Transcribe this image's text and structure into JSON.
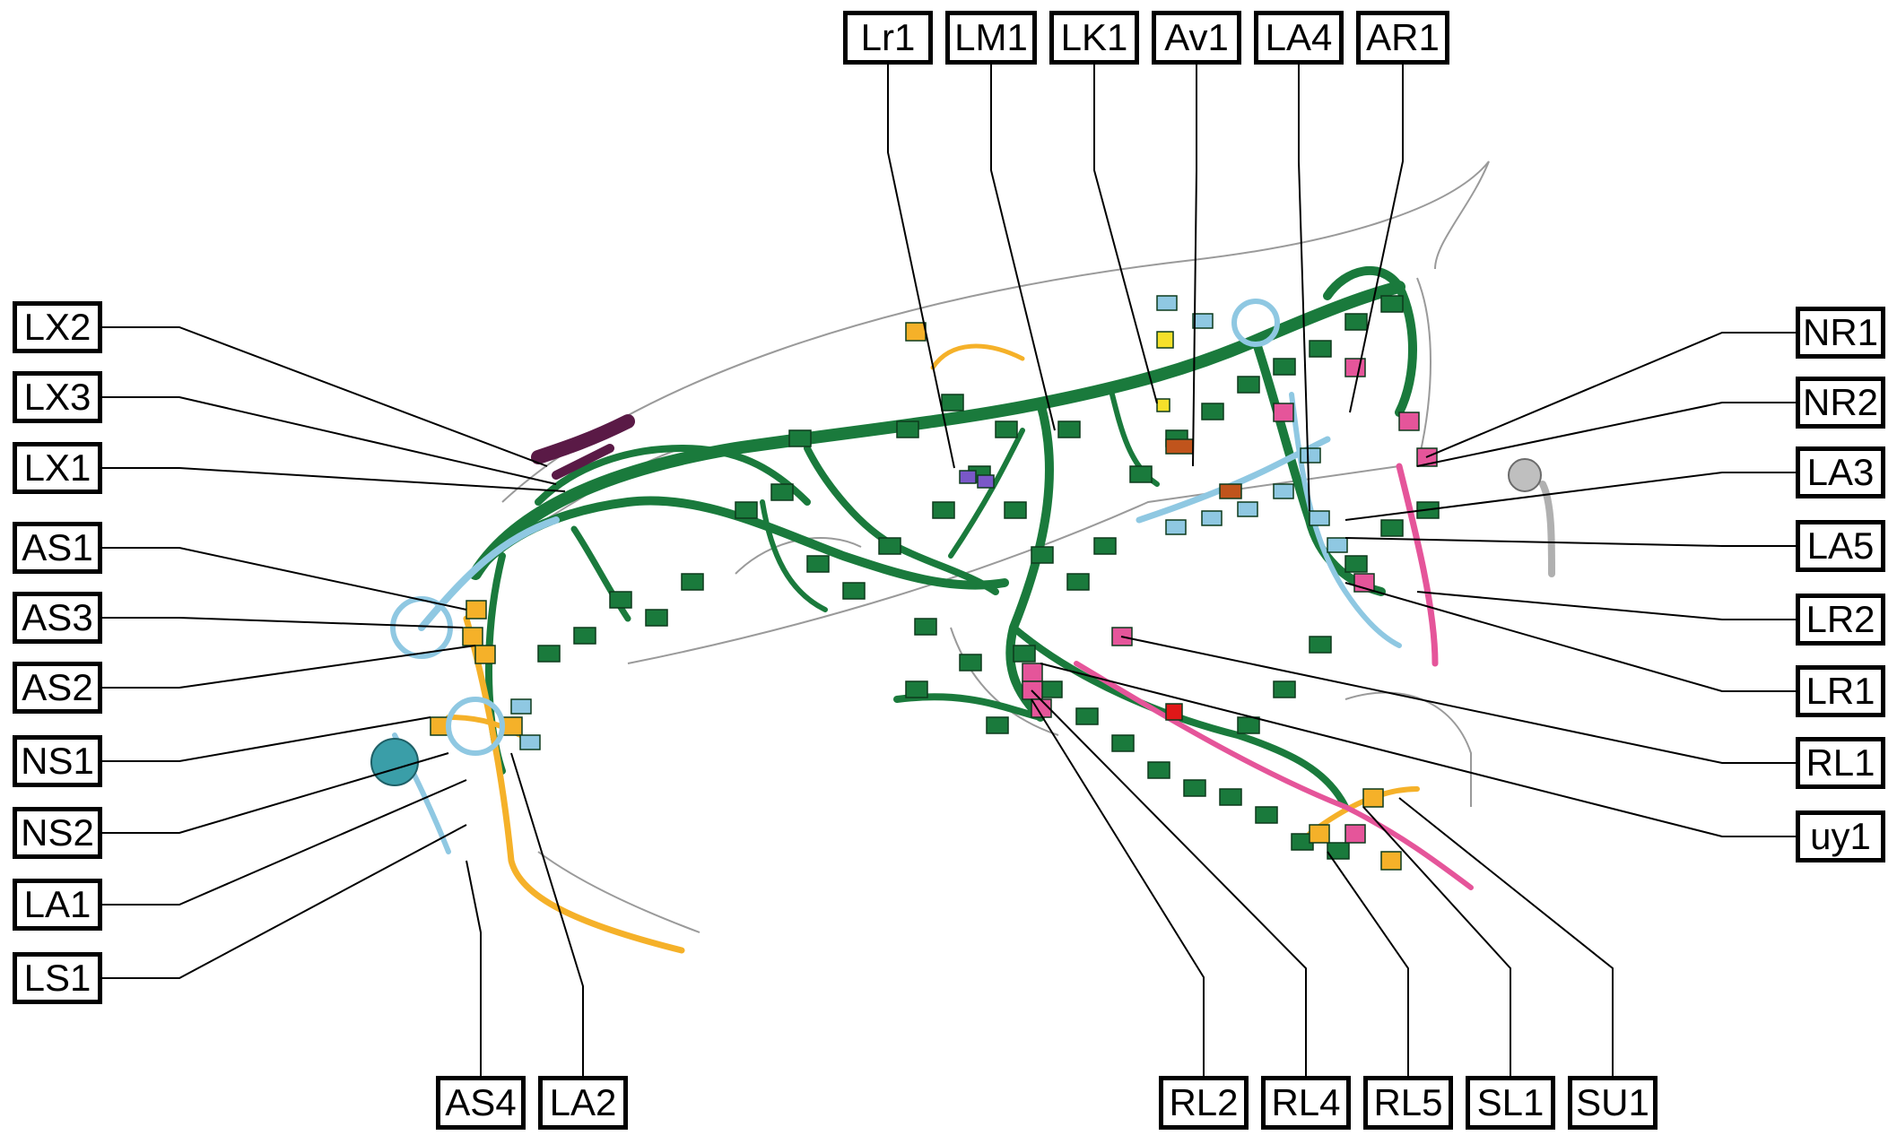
{
  "colors": {
    "harness_main": "#1a7a3c",
    "harness_light_blue": "#8fc8e2",
    "harness_orange": "#f5b129",
    "harness_pink": "#e5559a",
    "harness_purple": "#5a1a46",
    "harness_teal": "#3a9ea8",
    "outline": "#000000",
    "vehicle_outline": "#9a9a9a"
  },
  "labels": {
    "top": [
      "Lr1",
      "LM1",
      "LK1",
      "Av1",
      "LA4",
      "AR1"
    ],
    "left": [
      "LX2",
      "LX3",
      "LX1",
      "AS1",
      "AS3",
      "AS2",
      "NS1",
      "NS2",
      "LA1",
      "LS1"
    ],
    "right": [
      "NR1",
      "NR2",
      "LA3",
      "LA5",
      "LR2",
      "LR1",
      "RL1",
      "uy1"
    ],
    "bottom_left": [
      "AS4",
      "LA2"
    ],
    "bottom_right": [
      "RL2",
      "RL4",
      "RL5",
      "SL1",
      "SU1"
    ]
  }
}
